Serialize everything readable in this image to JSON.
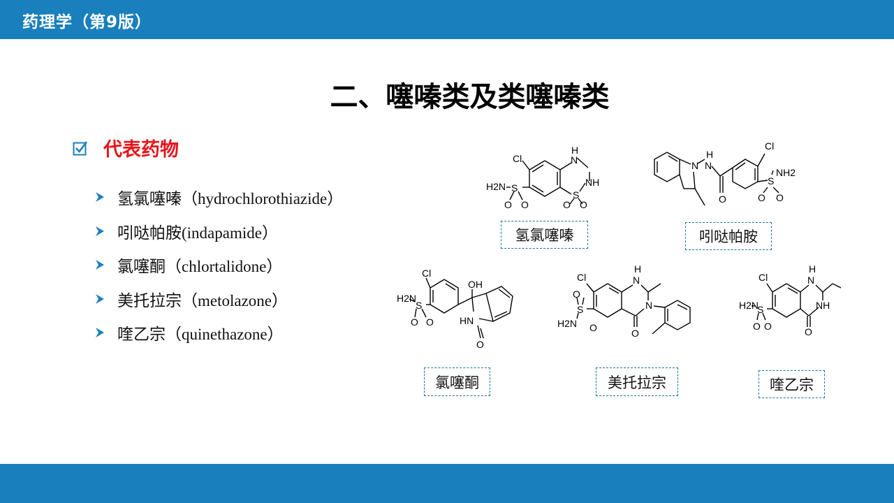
{
  "header": {
    "title": "药理学（第9版）"
  },
  "slide": {
    "title": "二、噻嗪类及类噻嗪类"
  },
  "section": {
    "heading": "代表药物"
  },
  "drugs": [
    {
      "cn": "氢氯噻嗪",
      "en": "（hydrochlorothiazide）"
    },
    {
      "cn": "吲哒帕胺",
      "en": "(indapamide）"
    },
    {
      "cn": "氯噻酮",
      "en": "（chlortalidone）"
    },
    {
      "cn": "美托拉宗",
      "en": "（metolazone）"
    },
    {
      "cn": "喹乙宗",
      "en": "（quinethazone）"
    }
  ],
  "structures": {
    "hydrochlorothiazide": {
      "label": "氢氯噻嗪",
      "atoms": {
        "cl": "Cl",
        "h": "H",
        "n1": "N",
        "nh": "NH",
        "h2n": "H2N",
        "s1": "S",
        "s2": "S",
        "o1": "O",
        "o2": "O",
        "o3": "O",
        "o4": "O"
      }
    },
    "indapamide": {
      "label": "吲哒帕胺",
      "atoms": {
        "cl": "Cl",
        "n1": "N",
        "h": "H",
        "n2": "N",
        "o": "O",
        "s": "S",
        "nh2": "NH2",
        "o1": "O",
        "o2": "O"
      }
    },
    "chlortalidone": {
      "label": "氯噻酮",
      "atoms": {
        "cl": "Cl",
        "h2n": "H2N",
        "s": "S",
        "o1": "O",
        "o2": "O",
        "oh": "OH",
        "hn": "HN",
        "o": "O"
      }
    },
    "metolazone": {
      "label": "美托拉宗",
      "atoms": {
        "cl": "Cl",
        "h": "H",
        "n1": "N",
        "n2": "N",
        "o": "O",
        "s": "S",
        "o1": "O",
        "o2": "O",
        "h2n": "H2N"
      }
    },
    "quinethazone": {
      "label": "喹乙宗",
      "atoms": {
        "cl": "Cl",
        "h": "H",
        "n1": "N",
        "nh": "NH",
        "h2n": "H2N",
        "s": "S",
        "o1": "O",
        "o2": "O",
        "o": "O"
      }
    }
  },
  "colors": {
    "bar": "#1a7fbd",
    "heading": "#e8141b",
    "label_border": "#1a6fa3"
  }
}
